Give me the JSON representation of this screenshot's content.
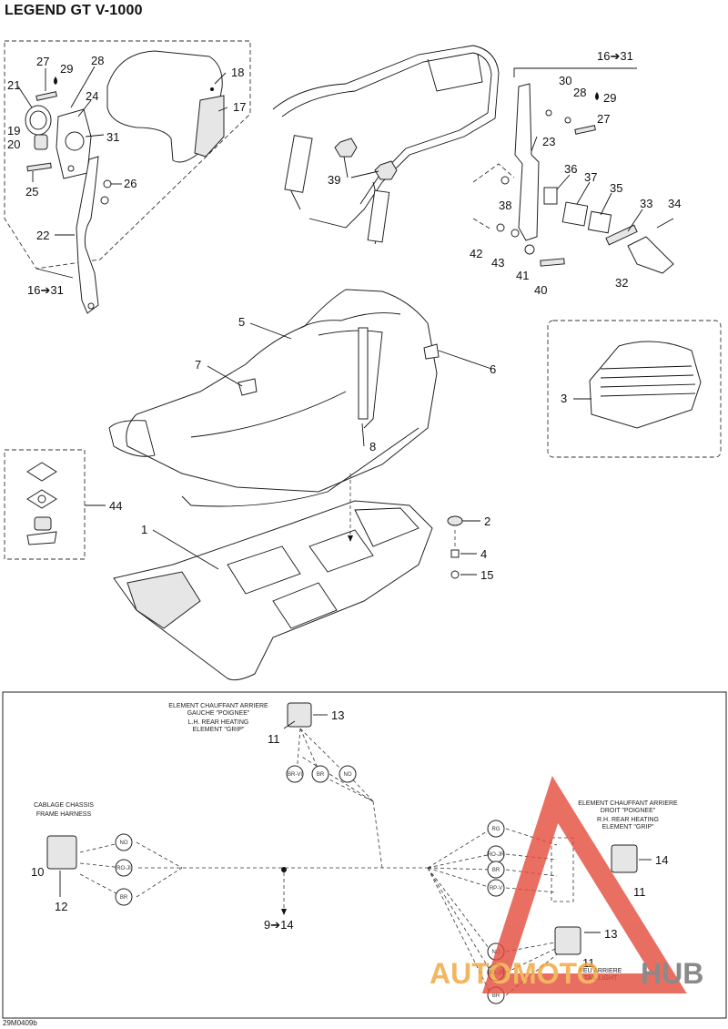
{
  "title": "LEGEND GT V-1000",
  "drawing_code": "29M0409b",
  "watermark": {
    "part1": "AUTO",
    "part2": "MOTO",
    "part3": "HUB",
    "color_red": "#e34b3c",
    "color_orange": "#f0a43a",
    "color_grey": "#6e6e6e"
  },
  "callouts": {
    "c1": "1",
    "c2": "2",
    "c3": "3",
    "c4": "4",
    "c5": "5",
    "c6": "6",
    "c7": "7",
    "c8": "8",
    "c9_14": "9➔14",
    "c10": "10",
    "c11a": "11",
    "c11b": "11",
    "c11c": "11",
    "c12": "12",
    "c13a": "13",
    "c13b": "13",
    "c14": "14",
    "c15": "15",
    "c16_31a": "16➔31",
    "c16_31b": "16➔31",
    "c17": "17",
    "c18": "18",
    "c19": "19",
    "c20": "20",
    "c21": "21",
    "c22": "22",
    "c23": "23",
    "c24": "24",
    "c25": "25",
    "c26": "26",
    "c27a": "27",
    "c27b": "27",
    "c28a": "28",
    "c28b": "28",
    "c29a": "29",
    "c29b": "29",
    "c30": "30",
    "c31": "31",
    "c32": "32",
    "c33": "33",
    "c34": "34",
    "c35": "35",
    "c36": "36",
    "c37": "37",
    "c38": "38",
    "c39": "39",
    "c40": "40",
    "c41": "41",
    "c42": "42",
    "c43": "43",
    "c44": "44"
  },
  "wiring": {
    "left_grip_label": [
      "ELEMENT CHAUFFANT ARRIERE",
      "GAUCHE \"POIGNEE\"",
      "L.H. REAR HEATING",
      "ELEMENT \"GRIP\""
    ],
    "right_grip_label": [
      "ELEMENT CHAUFFANT ARRIERE",
      "DROIT \"POIGNEE\"",
      "R.H. REAR HEATING",
      "ELEMENT \"GRIP\""
    ],
    "frame_harness_label": [
      "CABLAGE CHASSIS",
      "FRAME HARNESS"
    ],
    "tail_light_label": [
      "FEU ARRIERE",
      "TAIL LIGHT"
    ],
    "wires_top": [
      "BR-VI",
      "BR",
      "NO"
    ],
    "wires_left": [
      "NO",
      "RO-JI",
      "BR"
    ],
    "wires_right": [
      "RG",
      "RO-JR",
      "BR",
      "RP-V"
    ],
    "wires_tail": [
      "NO",
      "RO-JR",
      "BR"
    ]
  }
}
